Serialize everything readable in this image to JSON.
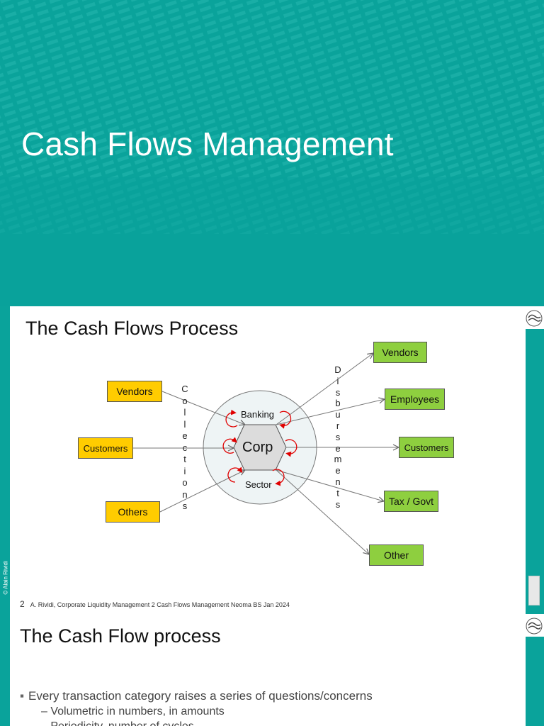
{
  "slide1": {
    "title": "Cash Flows Management"
  },
  "slide2": {
    "title": "The Cash Flows Process",
    "copyright": "© Alain Rividi",
    "footer_page": "2",
    "footer_text": "A. Rividi, Corporate Liquidity Management 2 Cash Flows Management   Neoma BS  Jan 2024",
    "sources": [
      "Vendors",
      "Customers",
      "Others"
    ],
    "destinations": [
      "Vendors",
      "Employees",
      "Customers",
      "Tax / Govt",
      "Other"
    ],
    "collections_letters": [
      "C",
      "o",
      "l",
      "l",
      "e",
      "c",
      "t",
      "i",
      "o",
      "n",
      "s"
    ],
    "disbursements_letters": [
      "D",
      "i",
      "s",
      "b",
      "u",
      "r",
      "s",
      "e",
      "m",
      "e",
      "n",
      "t",
      "s"
    ],
    "center": {
      "top_label": "Banking",
      "hex_label": "Corp",
      "bottom_label": "Sector"
    },
    "colors": {
      "source_fill": "#ffcc00",
      "destination_fill": "#8ecf3f",
      "loop_arrows": "#e00000",
      "theme": "#0aa39b"
    }
  },
  "slide3": {
    "title": "The Cash Flow process",
    "bullet": "Every transaction category raises a series of questions/concerns",
    "subs": [
      "Volumetric in numbers, in amounts",
      "Periodicity, number of cycles"
    ]
  }
}
